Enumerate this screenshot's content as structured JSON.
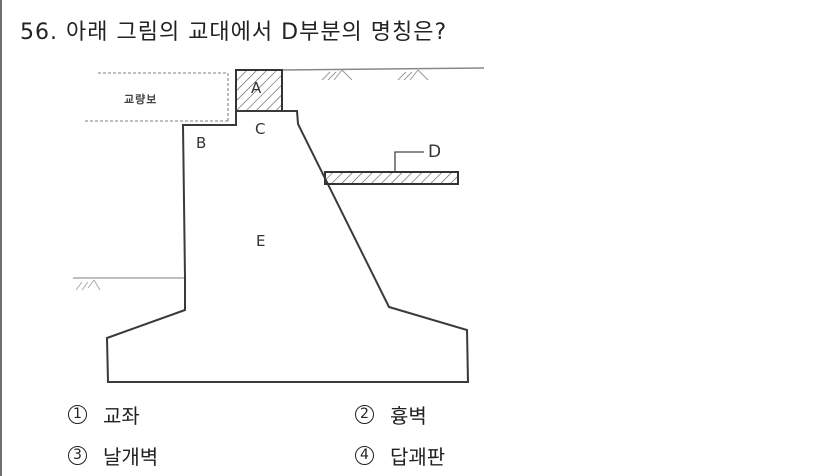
{
  "question": {
    "number": "56.",
    "text": "아래 그림의 교대에서 D부분의 명칭은?"
  },
  "figure": {
    "girder_label": "교량보",
    "labels": {
      "A": "A",
      "B": "B",
      "C": "C",
      "D": "D",
      "E": "E"
    }
  },
  "options": [
    {
      "marker": "1",
      "text": "교좌"
    },
    {
      "marker": "2",
      "text": "흉벽"
    },
    {
      "marker": "3",
      "text": "날개벽"
    },
    {
      "marker": "4",
      "text": "답괘판"
    }
  ]
}
